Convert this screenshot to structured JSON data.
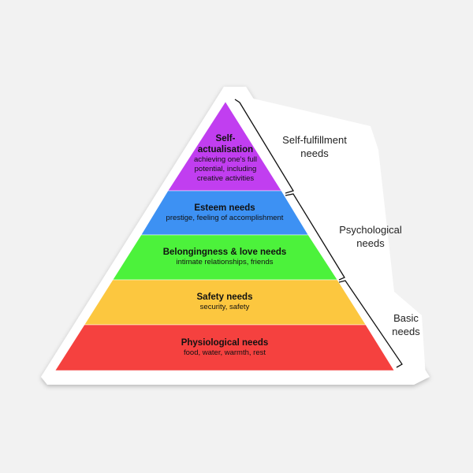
{
  "levels": [
    {
      "title": "Self-actualisation",
      "description": "achieving one's full potential, including creative activities",
      "color": "#c13ef0"
    },
    {
      "title": "Esteem needs",
      "description": "prestige, feeling of accomplishment",
      "color": "#3d91f3"
    },
    {
      "title": "Belongingness & love needs",
      "description": "intimate relationships, friends",
      "color": "#4cf23b"
    },
    {
      "title": "Safety needs",
      "description": "security, safety",
      "color": "#fcc73f"
    },
    {
      "title": "Physiological needs",
      "description": "food, water, warmth, rest",
      "color": "#f5413f"
    }
  ],
  "groups": [
    {
      "label": "Self-fulfillment needs"
    },
    {
      "label": "Psychological needs"
    },
    {
      "label": "Basic needs"
    }
  ]
}
